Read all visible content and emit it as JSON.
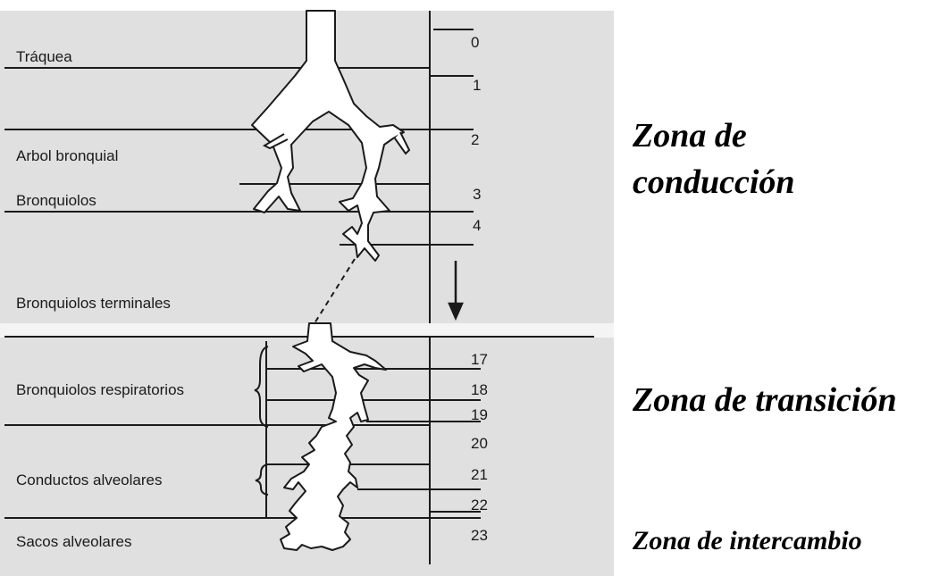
{
  "figure": {
    "background_color": "#e0e0e0",
    "line_color": "#1a1a1a",
    "airway_fill": "#ffffff",
    "labels": {
      "traquea": "Tráquea",
      "arbol_bronquial": "Arbol bronquial",
      "bronquiolos": "Bronquiolos",
      "bronquiolos_terminales": "Bronquiolos terminales",
      "bronquiolos_respiratorios": "Bronquiolos respiratorios",
      "conductos_alveolares": "Conductos alveolares",
      "sacos_alveolares": "Sacos alveolares"
    },
    "generations": [
      "0",
      "1",
      "2",
      "3",
      "4",
      "17",
      "18",
      "19",
      "20",
      "21",
      "22",
      "23"
    ]
  },
  "zones": {
    "conduccion_line1": "Zona de",
    "conduccion_line2": "conducción",
    "transicion": "Zona de transición",
    "intercambio": "Zona de intercambio"
  }
}
